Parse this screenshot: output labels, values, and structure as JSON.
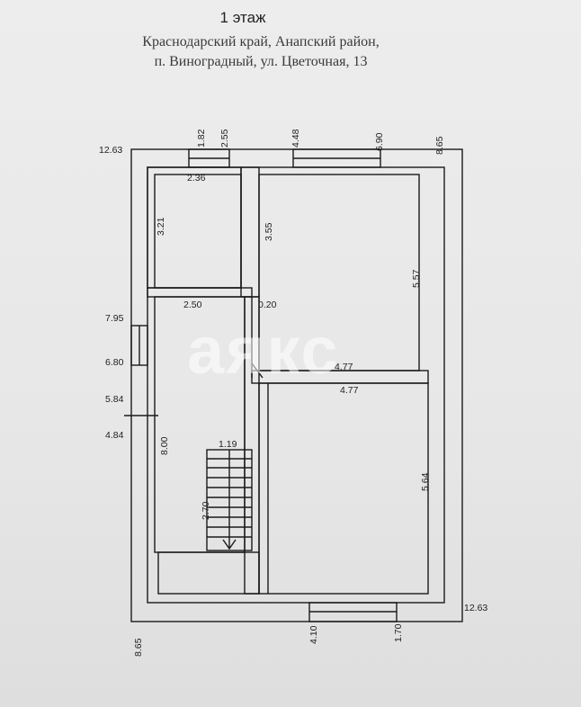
{
  "header": {
    "floor_title": "1 этаж",
    "address_line1": "Краснодарский край, Анапский район,",
    "address_line2": "п. Виноградный, ул. Цветочная, 13"
  },
  "watermark": "аякс",
  "dimensions": {
    "top_left_corner": "12.63",
    "top_1_82": "1.82",
    "top_2_55": "2.55",
    "top_4_48": "4.48",
    "top_6_90": "6.90",
    "top_8_65": "8.65",
    "room_a_width": "2.36",
    "room_a_height": "3.21",
    "room_b_height": "3.55",
    "room_b_side": "5.57",
    "hall_width": "2.50",
    "partition": "0.20",
    "partition_label": "4.77",
    "room_d_width": "4.77",
    "left_7_95": "7.95",
    "left_6_80": "6.80",
    "left_5_84": "5.84",
    "left_4_84": "4.84",
    "stair_length": "8.00",
    "stair_width": "1.19",
    "stair_run": "2.70",
    "room_d_side": "5.64",
    "right_bottom_corner": "12.63",
    "bottom_8_65": "8.65",
    "bottom_4_10": "4.10",
    "bottom_1_70": "1.70"
  },
  "colors": {
    "line": "#1a1a1a",
    "paper": "#ececec"
  }
}
